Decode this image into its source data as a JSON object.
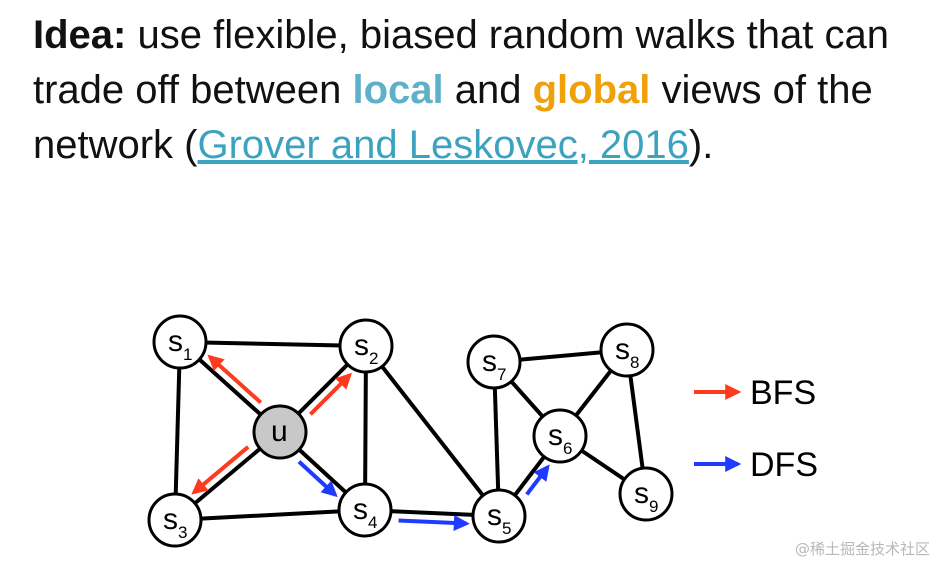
{
  "text": {
    "idea_label": "Idea:",
    "part1": " use flexible, biased random walks that can trade off between ",
    "local": "local",
    "part2": " and ",
    "global": "global",
    "part3": " views of the network (",
    "citation": "Grover and Leskovec, 2016",
    "part4": ")."
  },
  "colors": {
    "local": "#5fb0c8",
    "global": "#f0a10a",
    "link": "#3ba3bf",
    "bfs": "#ff3b1f",
    "dfs": "#1f3bff",
    "center_node": "#c8c8c8"
  },
  "nodes": [
    {
      "id": "s1",
      "base": "s",
      "sub": "1"
    },
    {
      "id": "s2",
      "base": "s",
      "sub": "2"
    },
    {
      "id": "u",
      "base": "u",
      "sub": ""
    },
    {
      "id": "s3",
      "base": "s",
      "sub": "3"
    },
    {
      "id": "s4",
      "base": "s",
      "sub": "4"
    },
    {
      "id": "s5",
      "base": "s",
      "sub": "5"
    },
    {
      "id": "s6",
      "base": "s",
      "sub": "6"
    },
    {
      "id": "s7",
      "base": "s",
      "sub": "7"
    },
    {
      "id": "s8",
      "base": "s",
      "sub": "8"
    },
    {
      "id": "s9",
      "base": "s",
      "sub": "9"
    }
  ],
  "edges": [
    [
      "s1",
      "s2"
    ],
    [
      "s1",
      "s3"
    ],
    [
      "s1",
      "u"
    ],
    [
      "s2",
      "u"
    ],
    [
      "s2",
      "s4"
    ],
    [
      "s2",
      "s5"
    ],
    [
      "u",
      "s3"
    ],
    [
      "u",
      "s4"
    ],
    [
      "s3",
      "s4"
    ],
    [
      "s4",
      "s5"
    ],
    [
      "s5",
      "s6"
    ],
    [
      "s5",
      "s7"
    ],
    [
      "s6",
      "s7"
    ],
    [
      "s6",
      "s8"
    ],
    [
      "s6",
      "s9"
    ],
    [
      "s7",
      "s8"
    ],
    [
      "s8",
      "s9"
    ]
  ],
  "arrows": [
    {
      "type": "bfs",
      "from": "u",
      "to": "s1"
    },
    {
      "type": "bfs",
      "from": "u",
      "to": "s2"
    },
    {
      "type": "bfs",
      "from": "u",
      "to": "s3"
    },
    {
      "type": "dfs",
      "from": "u",
      "to": "s4"
    },
    {
      "type": "dfs",
      "from": "s4",
      "to": "s5"
    },
    {
      "type": "dfs",
      "from": "s5",
      "to": "s6"
    }
  ],
  "legend": [
    {
      "type": "bfs",
      "label": "BFS"
    },
    {
      "type": "dfs",
      "label": "DFS"
    }
  ],
  "watermark": "@稀土掘金技术社区"
}
